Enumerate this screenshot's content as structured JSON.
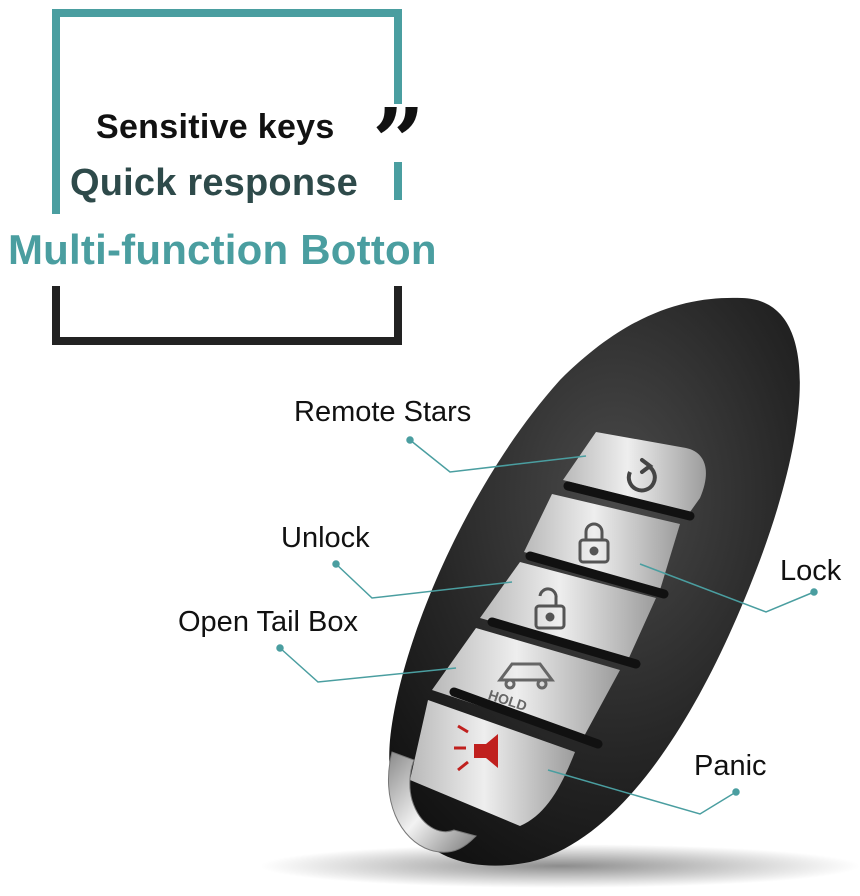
{
  "colors": {
    "accent": "#4a9ea0",
    "dark": "#222222",
    "panic_red": "#c0201e",
    "leader": "#4a9ea0"
  },
  "headline": {
    "line1": "Sensitive keys",
    "line2": "Quick response",
    "line3": "Multi-function Botton"
  },
  "callouts": {
    "remote_start": "Remote Stars",
    "unlock": "Unlock",
    "lock": "Lock",
    "open_tail_box": "Open Tail Box",
    "panic": "Panic"
  },
  "buttons": {
    "hold_label": "HOLD"
  },
  "icons": {
    "remote_start": "circular-arrow-icon",
    "lock": "locked-padlock-icon",
    "unlock": "unlocked-padlock-icon",
    "trunk": "car-trunk-icon",
    "panic": "horn-icon"
  }
}
